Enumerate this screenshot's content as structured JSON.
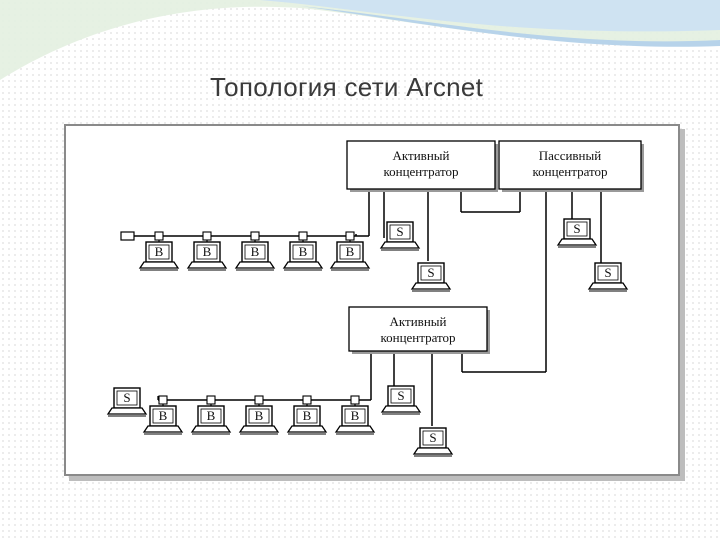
{
  "slide": {
    "title": "Топология сети Arcnet"
  },
  "colors": {
    "swoosh_light": "#d8ecd9",
    "swoosh_blue": "#c9def0",
    "line": "#000000",
    "frame": "#8a8a8a"
  },
  "diagram": {
    "hubs": [
      {
        "id": "active-hub-top",
        "line1": "Активный",
        "line2": "концентратор"
      },
      {
        "id": "passive-hub",
        "line1": "Пассивный",
        "line2": "концентратор"
      },
      {
        "id": "active-hub-bottom",
        "line1": "Активный",
        "line2": "концентратор"
      }
    ],
    "bus_station_label": "B",
    "server_label": "S"
  }
}
